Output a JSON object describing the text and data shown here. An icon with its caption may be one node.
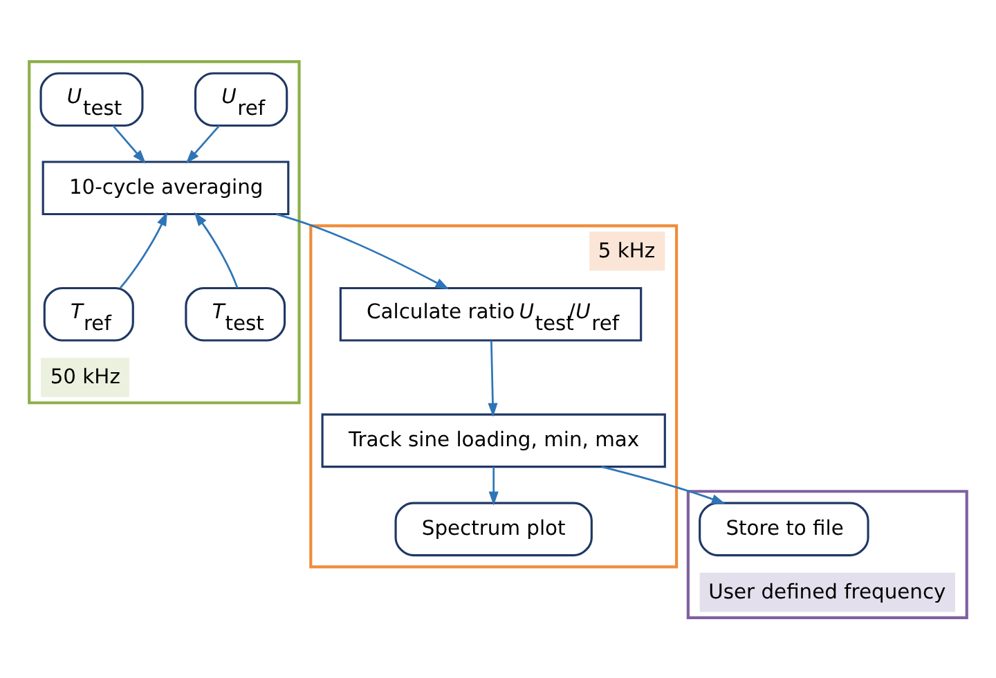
{
  "diagram": {
    "nodes": [
      {
        "text": [
          "50 kHz"
        ]
      },
      {
        "text": [
          "*U*$_{ref}$"
        ],
        "in": 0
      },
      {
        "text": [
          "*U*$_{test}$"
        ],
        "in": 0
      },
      {
        "text": [
          "10-cycle averaging"
        ],
        "in": 0
      },
      {
        "text": [
          "*T*$_{ref}$"
        ],
        "in": 0
      },
      {
        "text": [
          "*T*$_{test}$"
        ],
        "in": 0
      },
      {
        "text": [
          "5 kHz"
        ]
      },
      {
        "text": [
          "Calculate ratio *U*$_{test}$/*U*$_{ref}$"
        ],
        "in": 6
      },
      {
        "text": [
          "Track sine loading, min, max"
        ],
        "in": 6
      },
      {
        "text": [
          "Spectrum plot"
        ],
        "in": 6
      },
      {
        "text": [
          "User defined frequency"
        ]
      },
      {
        "text": [
          "Store to file"
        ],
        "in": 10
      }
    ],
    "edges": [
      {
        "from": 1,
        "to": 3,
        "arrow": "to"
      },
      {
        "from": 2,
        "to": 3,
        "arrow": "to"
      },
      {
        "from": 4,
        "to": 3,
        "arrow": "to"
      },
      {
        "from": 5,
        "to": 3,
        "arrow": "to"
      },
      {
        "from": 3,
        "to": 7,
        "arrow": "to"
      },
      {
        "from": 7,
        "to": 8,
        "arrow": "to"
      },
      {
        "from": 8,
        "to": 9,
        "arrow": "to"
      },
      {
        "from": 8,
        "to": 11,
        "arrow": "to"
      }
    ]
  }
}
